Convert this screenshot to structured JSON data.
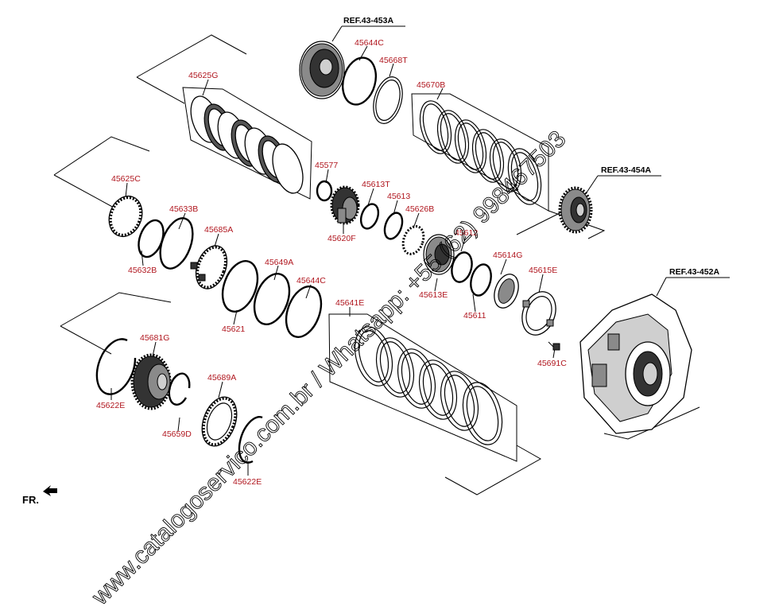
{
  "refs": {
    "ref_453a": "REF.43-453A",
    "ref_454a": "REF.43-454A",
    "ref_452a": "REF.43-452A"
  },
  "parts": {
    "p45644c_top": "45644C",
    "p45668t": "45668T",
    "p45625g": "45625G",
    "p45670b": "45670B",
    "p45577": "45577",
    "p45613t": "45613T",
    "p45613": "45613",
    "p45626b": "45626B",
    "p45620f": "45620F",
    "p45625c": "45625C",
    "p45633b": "45633B",
    "p45685a": "45685A",
    "p45632b": "45632B",
    "p45612": "45612",
    "p45614g": "45614G",
    "p45615e": "45615E",
    "p45613e": "45613E",
    "p45611": "45611",
    "p45649a": "45649A",
    "p45644c_mid": "45644C",
    "p45621": "45621",
    "p45641e": "45641E",
    "p45681g": "45681G",
    "p45622e_left": "45622E",
    "p45689a": "45689A",
    "p45659d": "45659D",
    "p45622e_bottom": "45622E",
    "p45691c": "45691C"
  },
  "front_marker": "FR.",
  "watermark": "www.catalogoservico.com.br / Whatsapp: +55 (62) 998467503",
  "colors": {
    "label": "#b0161e",
    "line": "#000000"
  }
}
